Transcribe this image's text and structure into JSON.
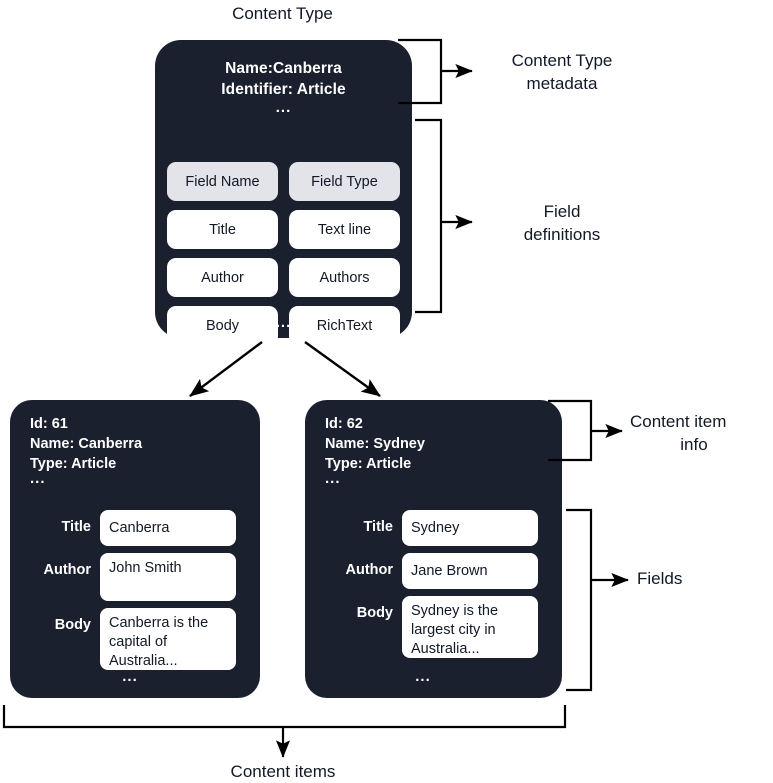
{
  "diagram": {
    "title": "Content Type",
    "bottom_label": "Content items",
    "callouts": {
      "content_type_metadata": "Content Type\nmetadata",
      "content_type_metadata_line1": "Content Type",
      "content_type_metadata_line2": "metadata",
      "field_definitions_line1": "Field",
      "field_definitions_line2": "definitions",
      "content_item_info_line1": "Content item",
      "content_item_info_line2": "info",
      "fields": "Fields"
    },
    "ellipsis": "..."
  },
  "content_type": {
    "name_line": "Name:Canberra",
    "identifier_line": "Identifier: Article",
    "ellipsis": "...",
    "table": {
      "headers": [
        "Field Name",
        "Field Type"
      ],
      "rows": [
        [
          "Title",
          "Text line"
        ],
        [
          "Author",
          "Authors"
        ],
        [
          "Body",
          "RichText"
        ]
      ]
    },
    "bottom_ellipsis": "..."
  },
  "content_items": [
    {
      "id_line": "Id: 61",
      "name_line": "Name: Canberra",
      "type_line": "Type: Article",
      "ellipsis": "...",
      "fields": [
        {
          "label": "Title",
          "value": "Canberra"
        },
        {
          "label": "Author",
          "value": "John Smith"
        },
        {
          "label": "Body",
          "value": "Canberra is the capital of Australia..."
        }
      ],
      "bottom_ellipsis": "..."
    },
    {
      "id_line": "Id: 62",
      "name_line": "Name: Sydney",
      "type_line": "Type: Article",
      "ellipsis": "...",
      "fields": [
        {
          "label": "Title",
          "value": "Sydney"
        },
        {
          "label": "Author",
          "value": "Jane Brown"
        },
        {
          "label": "Body",
          "value": "Sydney is the largest city in Australia..."
        }
      ],
      "bottom_ellipsis": "..."
    }
  ],
  "colors": {
    "card_background": "#1a202e",
    "card_text": "#ffffff",
    "cell_background": "#ffffff",
    "header_cell_background": "#e3e3ea",
    "page_background": "#ffffff",
    "stroke": "#000000",
    "text": "#121826"
  }
}
